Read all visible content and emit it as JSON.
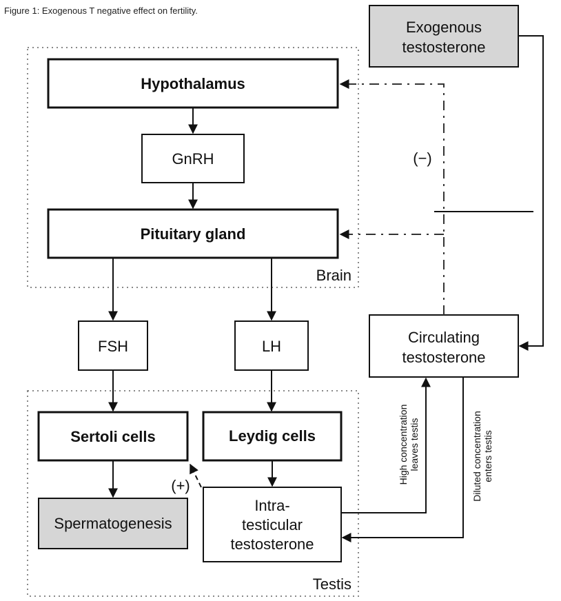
{
  "caption": "Figure 1: Exogenous T negative effect on fertility.",
  "nodes": {
    "hypothalamus": "Hypothalamus",
    "gnrh": "GnRH",
    "pituitary": "Pituitary gland",
    "fsh": "FSH",
    "lh": "LH",
    "sertoli": "Sertoli cells",
    "leydig": "Leydig cells",
    "spermatogenesis": "Spermatogenesis",
    "intratesticular": [
      "Intra-",
      "testicular",
      "testosterone"
    ],
    "exogenous": [
      "Exogenous",
      "testosterone"
    ],
    "circulating": [
      "Circulating",
      "testosterone"
    ]
  },
  "regions": {
    "brain": "Brain",
    "testis": "Testis"
  },
  "labels": {
    "negative": "(−)",
    "positive": "(+)",
    "leaves": [
      "High concentration",
      "leaves testis"
    ],
    "enters": [
      "Diluted concentration",
      "enters testis"
    ]
  },
  "colors": {
    "grey_box": "#d6d6d6",
    "line": "#111111"
  }
}
